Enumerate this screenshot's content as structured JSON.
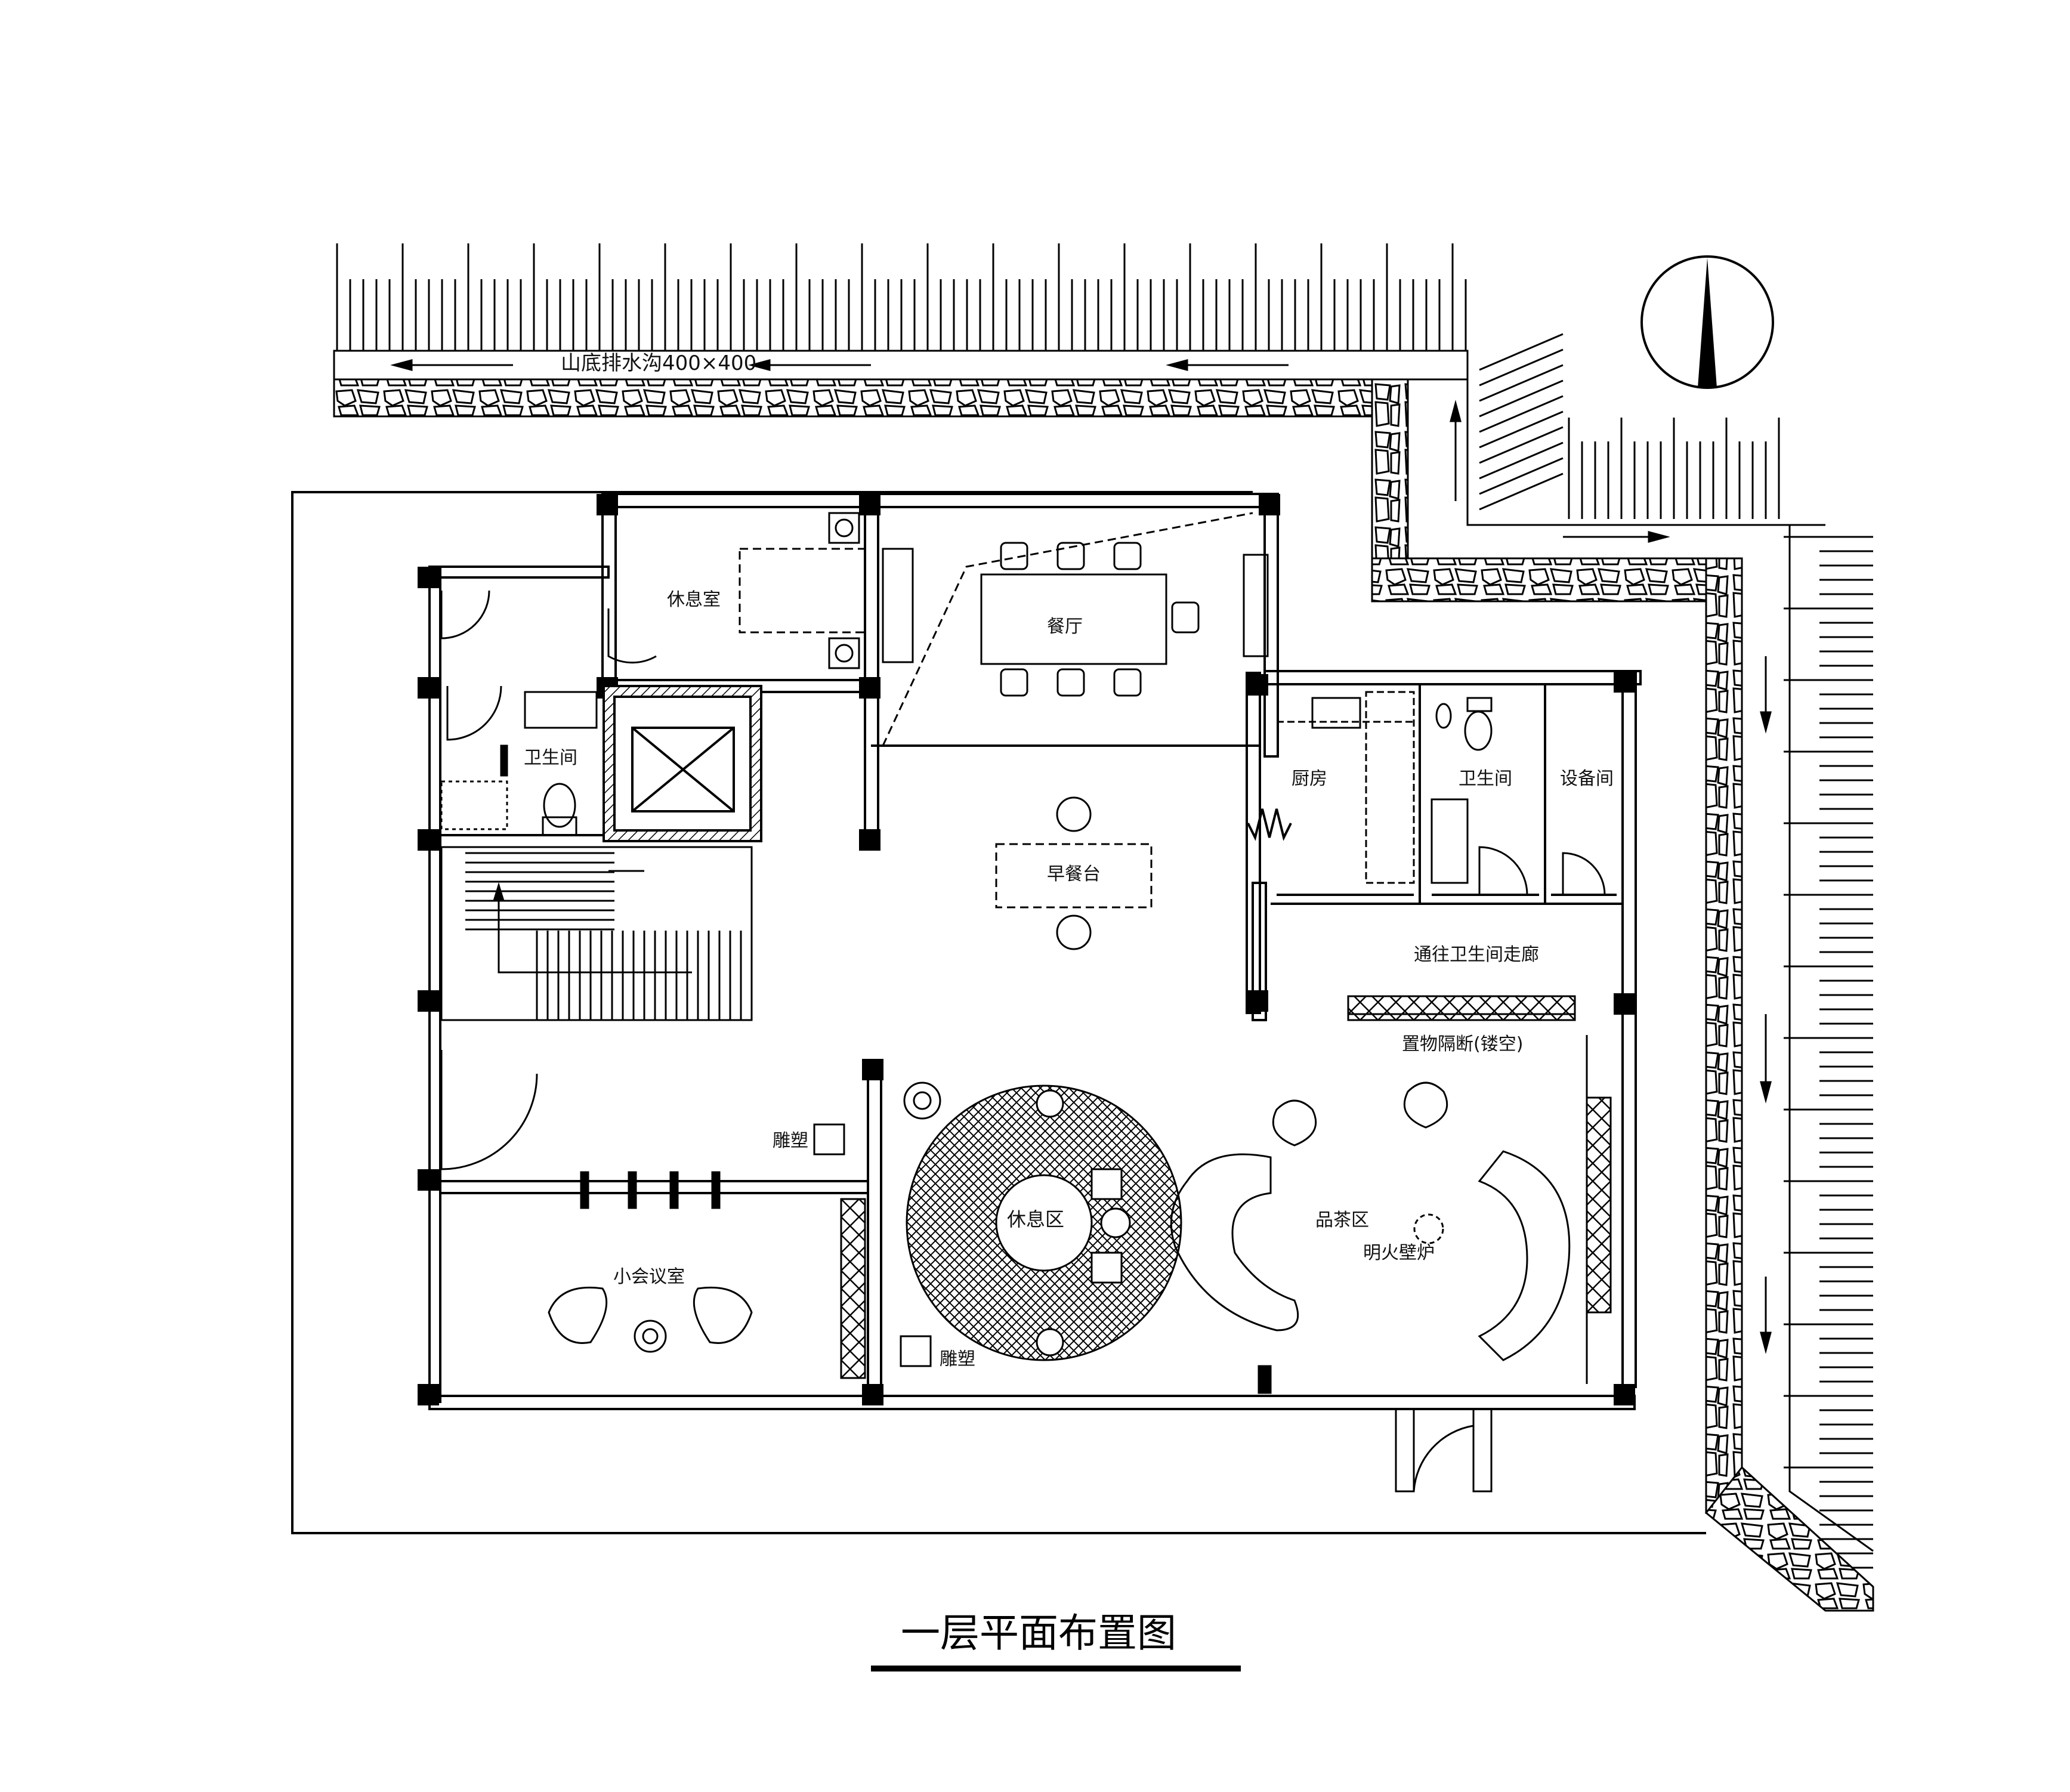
{
  "drawing": {
    "title": "一层平面布置图"
  },
  "labels": {
    "drainage": "山底排水沟400×400",
    "lounge": "休息室",
    "dining": "餐厅",
    "bathroom_left": "卫生间",
    "kitchen": "厨房",
    "bathroom_right": "卫生间",
    "equipment": "设备间",
    "breakfast_bar": "早餐台",
    "corridor": "通往卫生间走廊",
    "partition": "置物隔断(镂空)",
    "sculpture_top": "雕塑",
    "sculpture_bottom": "雕塑",
    "rest_area": "休息区",
    "tea_area": "品茶区",
    "fireplace": "明火壁炉",
    "meeting_room": "小会议室"
  },
  "compass": {
    "icon": "north-arrow-icon"
  },
  "colors": {
    "line": "#000000",
    "background": "#ffffff"
  }
}
